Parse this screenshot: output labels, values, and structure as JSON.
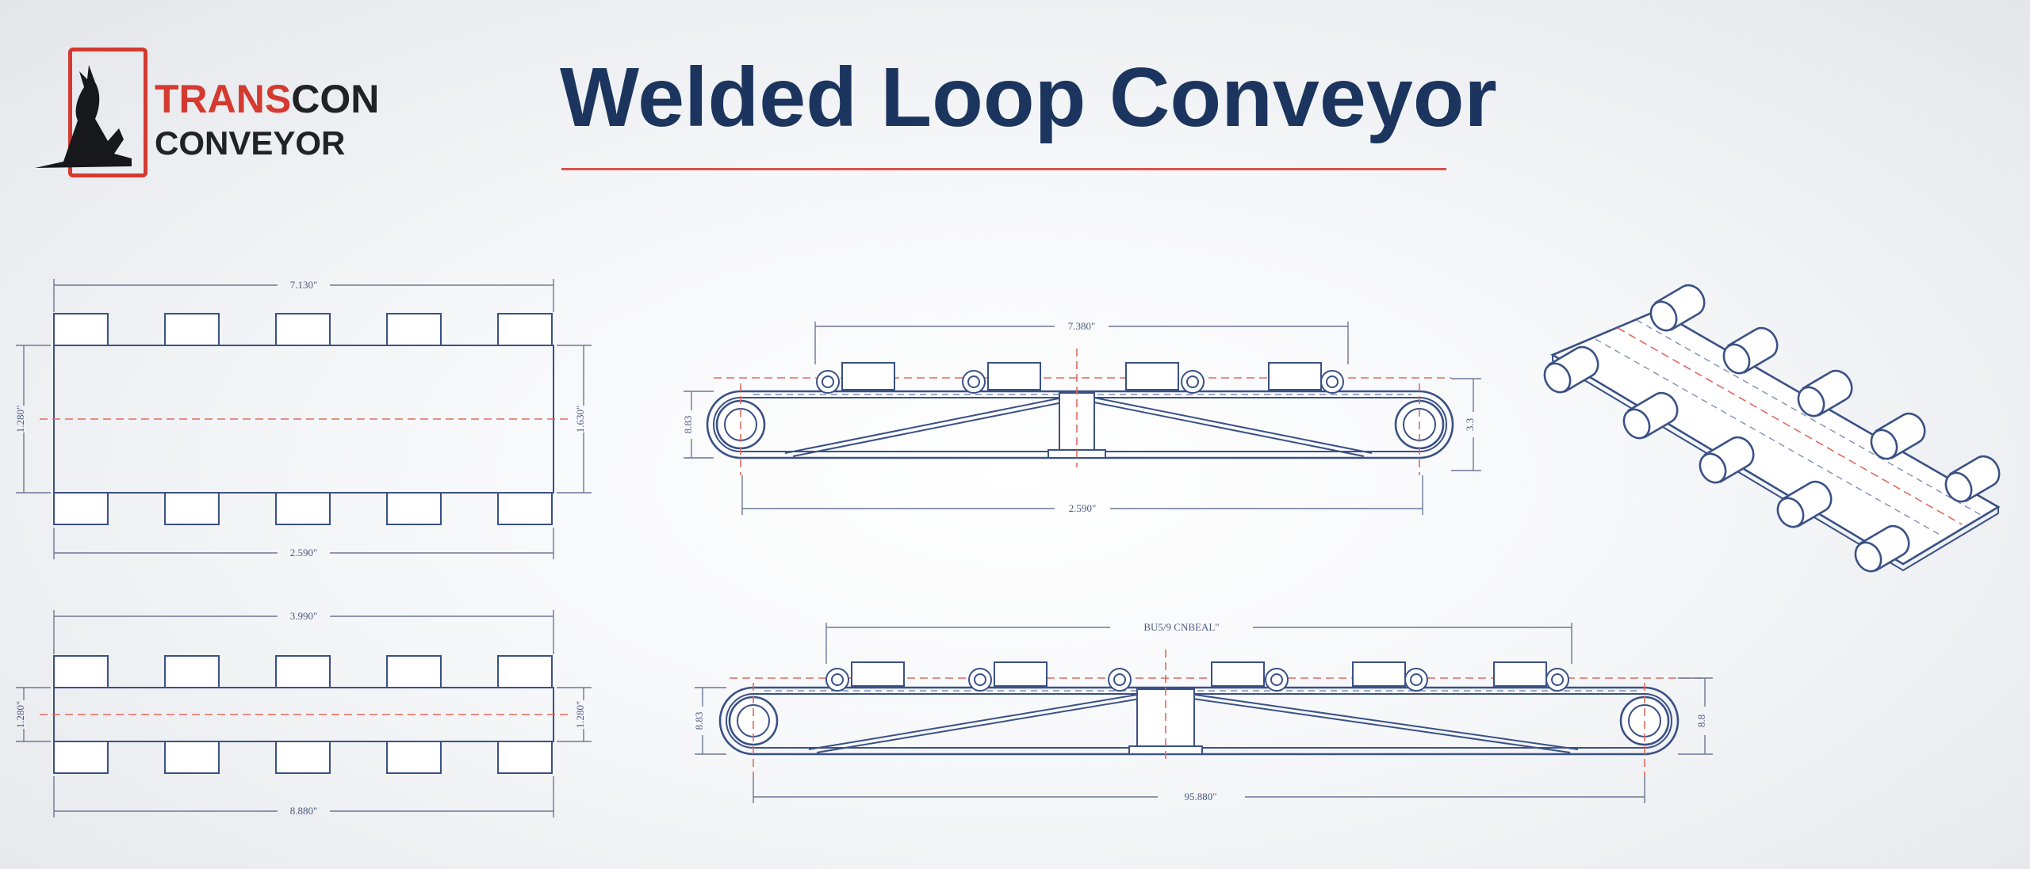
{
  "brand": {
    "line1_red": "TRANS",
    "line1_black": "CON",
    "line2": "CONVEYOR",
    "colors": {
      "red": "#d43a30",
      "black": "#202226"
    }
  },
  "title": {
    "text": "Welded Loop Conveyor",
    "color": "#1b355e",
    "underline_color": "#d9534a"
  },
  "drawing": {
    "line_color": "#3a5186",
    "centerline_color": "#e06a60",
    "top_view_1": {
      "top": "7.130\"",
      "left": "1.280\"",
      "right": "1.630\"",
      "bottom": "2.590\""
    },
    "top_view_2": {
      "top": "3.990\"",
      "left": "1.280\"",
      "right": "1.280\"",
      "bottom": "8.880\""
    },
    "side_view_1": {
      "top": "7.380\"",
      "left": "8.83",
      "right": "3.3",
      "bottom": "2.590\""
    },
    "side_view_2": {
      "top": "BU5/9 CNBEAL\"",
      "left": "8.83",
      "right": "8.8",
      "bottom": "95.880\""
    }
  }
}
